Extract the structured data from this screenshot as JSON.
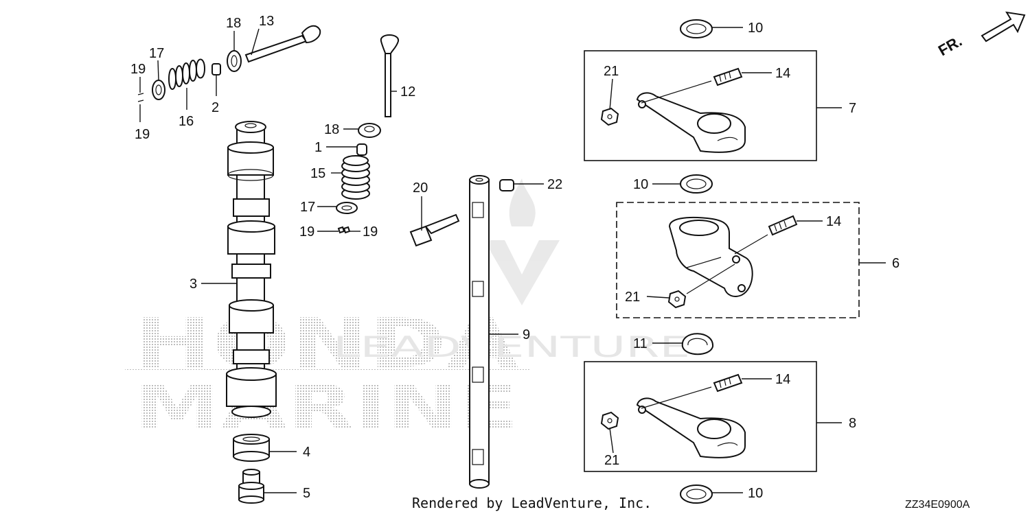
{
  "callouts": [
    "1",
    "2",
    "3",
    "4",
    "5",
    "6",
    "7",
    "8",
    "9",
    "10",
    "11",
    "12",
    "13",
    "14",
    "15",
    "16",
    "17",
    "18",
    "19",
    "20",
    "21",
    "22"
  ],
  "watermark": {
    "line1": "HONDA",
    "line2": "MARINE",
    "overlay": "LEADVENTURE"
  },
  "direction_marker": "FR.",
  "footer": {
    "credit": "Rendered by LeadVenture, Inc.",
    "diagram_code": "ZZ34E0900A"
  },
  "colors": {
    "line": "#111111",
    "watermark": "#b8b8b8",
    "background": "#ffffff"
  }
}
